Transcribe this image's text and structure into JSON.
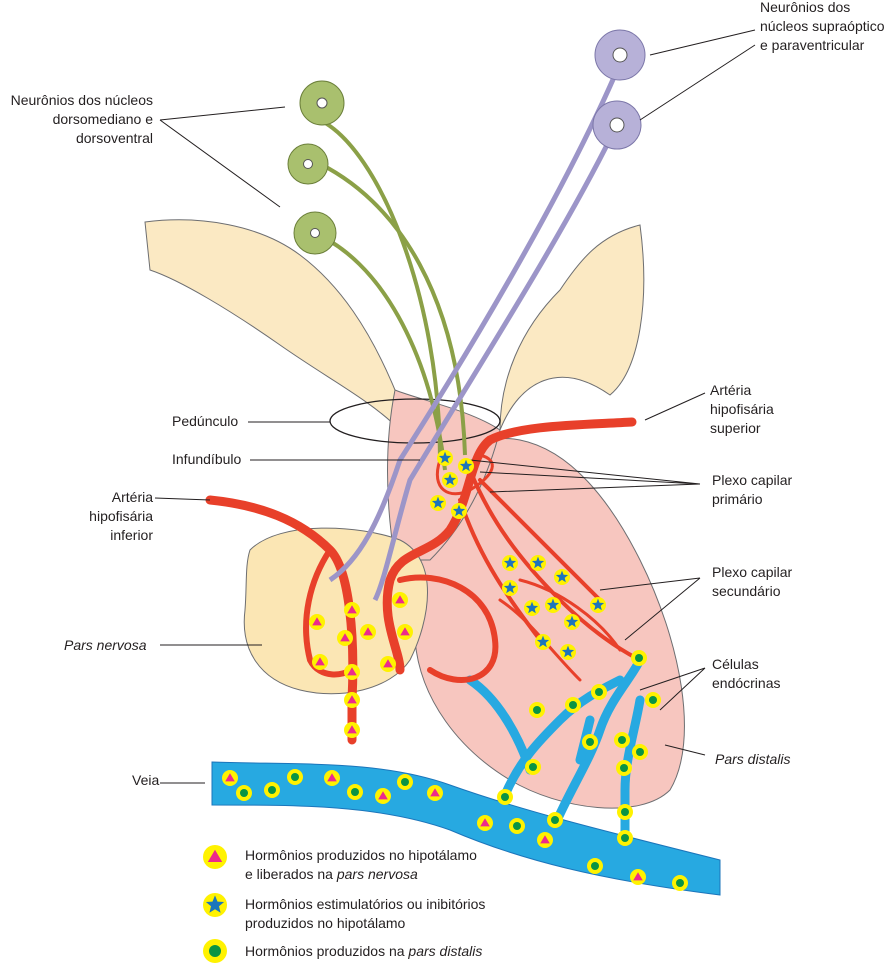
{
  "labels": {
    "dorsal_neurons": [
      "Neurônios dos núcleos",
      "dorsomediano e",
      "dorsoventral"
    ],
    "supraoptic_neurons": [
      "Neurônios dos",
      "núcleos supraóptico",
      "e paraventricular"
    ],
    "peduncle": "Pedúnculo",
    "infundibulum": "Infundíbulo",
    "inferior_artery": [
      "Artéria",
      "hipofisária",
      "inferior"
    ],
    "pars_nervosa": "Pars nervosa",
    "vein": "Veia",
    "superior_artery": [
      "Artéria",
      "hipofisária",
      "superior"
    ],
    "primary_plexus": [
      "Plexo capilar",
      "primário"
    ],
    "secondary_plexus": [
      "Plexo capilar",
      "secundário"
    ],
    "endocrine_cells": [
      "Células",
      "endócrinas"
    ],
    "pars_distalis": "Pars distalis"
  },
  "legend": [
    {
      "icon": "pink-triangle-on-yellow",
      "line1": "Hormônios produzidos no hipotálamo",
      "line2_prefix": "e liberados na ",
      "line2_italic": "pars nervosa"
    },
    {
      "icon": "blue-star-on-yellow",
      "line1": "Hormônios estimulatórios ou inibitórios",
      "line2_prefix": "produzidos no hipotálamo",
      "line2_italic": ""
    },
    {
      "icon": "green-dot-on-yellow",
      "line1_prefix": "Hormônios produzidos na ",
      "line1_italic": "pars distalis"
    }
  ],
  "colors": {
    "hypothalamus": "#fbe9c3",
    "pars_nervosa": "#fbe6b4",
    "pars_distalis": "#f7c6bf",
    "artery": "#e8402a",
    "vein": "#27a9e1",
    "dorsal_neuron": "#a9c06e",
    "supraoptic_neuron": "#b7b1d8",
    "marker_yellow": "#fff200",
    "triangle": "#ec2a8c",
    "star": "#1c75bc",
    "dot": "#0a9444"
  }
}
